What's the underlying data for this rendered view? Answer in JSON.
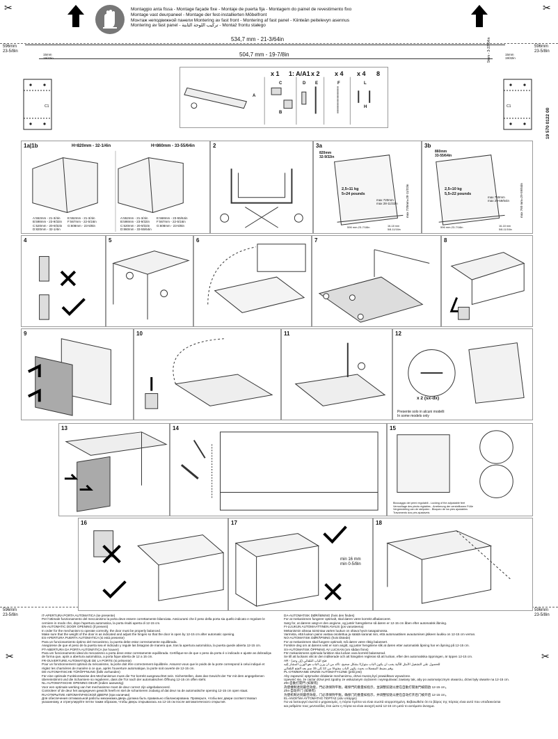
{
  "header": {
    "titles": [
      "Montaggio anta fissa - Montage façade fixe - Montaje de puerta fija - Montagem do painel de revestimento fixo",
      "Montage vast deurpaneel - Montage der fest-installierten Möbelfront",
      "Монтаж неподвижной панели Montering av fast front - Montering af fast panel - Kiinteän peitelevyn asennus",
      "Montering av fast panel - تركيب اللوحة الثابتة - Montaż frontu stałego"
    ]
  },
  "dims": {
    "side": "596mm\n23-5/8in",
    "width1": "534,7 mm - 21-3/64in",
    "width2": "504,7 mm - 19-7/8in",
    "gap_left": "15mm\n19/32in",
    "gap_right": "15mm\n19/32in",
    "right_top": "9mm - 3-37/64in"
  },
  "doc_number": "19 570 0122 00",
  "parts": {
    "k1": "x 1",
    "k2": "x 1",
    "k2_label": "1: A/A1",
    "k3": "x 2",
    "k4": "x 4",
    "k5": "x 4",
    "k5_label": "8",
    "letters": [
      "A",
      "C",
      "D",
      "E",
      "F",
      "L",
      "B",
      "H"
    ]
  },
  "panels": {
    "p1": {
      "num": "1a|1b",
      "h1": "H=820mm - 32-1/4in",
      "h2": "H=860mm - 33-55/64in",
      "col1": [
        "A:552mm - 21-3/4in",
        "B:598mm - 23-9/32in",
        "C:520mm - 20-9/32in",
        "D:820mm - 32-1/4in"
      ],
      "col2": [
        "E:552mm - 21-3/4in",
        "F:567mm - 22-5/16in",
        "G:608mm - 23-5/8in"
      ],
      "col3": [
        "A:552mm - 21-3/4in",
        "B:598mm - 23-9/32in",
        "C:520mm - 20-9/32in",
        "D:860mm - 33-55/64in"
      ],
      "col4": [
        "E:568mm - 23-55/64in",
        "F:567mm - 22-5/16in",
        "G:608mm - 23-5/8in"
      ]
    },
    "p2": {
      "num": "2"
    },
    "p3a": {
      "num": "3a",
      "h": "820mm\n32-9/32in",
      "load": "2,5÷11 kg\n5÷24 pounds",
      "max": "max 720mm\nmax 28-11/32in",
      "side": "max 720mm=28-11/32in",
      "bottom": "596 mm-23-7/16in",
      "small": "16-18 mm\n5/8-11/16in"
    },
    "p3b": {
      "num": "3b",
      "h": "860mm\n33-55/64in",
      "load": "2,5÷10 kg\n5,5÷22 pounds",
      "max": "max 760mm\nmax 29-59/64in",
      "side": "max 760 mm=29-59/64in",
      "bottom": "596 mm-23-7/16in",
      "small": "16-18 mm\n5/8-11/16in"
    },
    "p4": {
      "num": "4"
    },
    "p5": {
      "num": "5"
    },
    "p6": {
      "num": "6"
    },
    "p7": {
      "num": "7"
    },
    "p8": {
      "num": "8"
    },
    "p9": {
      "num": "9"
    },
    "p10": {
      "num": "10"
    },
    "p11": {
      "num": "11"
    },
    "p12": {
      "num": "12",
      "x2": "x 2 (sx-dx)",
      "note": "Presente solo in alcuni modelli\nIn some models only"
    },
    "p13": {
      "num": "13"
    },
    "p14": {
      "num": "14"
    },
    "p15": {
      "num": "15",
      "notes": [
        "Bloccaggio dei perni regolabili - Locking of the adjustable feet",
        "Verrouillage des pieds réglables - Arretierung der verstellbaren Füße",
        "Vergrendeling van de stelpoten - Bloqueo de los pies ajustables",
        "Travamento dos pés ajustáveis"
      ]
    },
    "p16": {
      "num": "16"
    },
    "p17": {
      "num": "17",
      "min": "min 16 mm\nmin 0-5/8in"
    },
    "p18": {
      "num": "18"
    }
  },
  "notes_left": [
    "IT-APERTURA PORTA AUTOMATICA (se presente)",
    "Per l'ottimale funzionamento del meccanismo la porta deve essere correttamente bilanciata. Assicurarsi che il peso della porta sia quello indicato e regolare le",
    "cerniere in modo che, dopo l'apertura automatica, la porta risulti aperta di 12-15 cm.",
    "EN-AUTOMATIC DOOR OPENING (if present)",
    "In order for the mechanism to operate correctly, the door must be properly balanced.",
    "Make sure that the weight of the door is as indicated and adjust the hinges so that the door is open by 12-15 cm after automatic opening.",
    "ES-APERTURA PUERTA AUTOMATICA (si está presente)",
    "Para un funcionamiento óptimo del mecanismo, la puerta debe estar correctamente equilibrada.",
    "Asegúrese de que el peso de la puerta sea el indicado y regule las bisagras de manera que, tras la apertura automática, la puerta quede abierta 12-15 cm.",
    "PT-ABERTURA DA PORTA AUTOMÁTICA (se houver)",
    "Para um funcionamento ideal do mecanismo a porta deve estar corretamente equilibrada. Certifique-se de que o peso da porta é o indicado e ajuste as dobradiças",
    "de forma que, após a abertura automática, a porta fique aberta de 12 a 15 cm.",
    "FR-OUVERTURE AUTOMATIQUE DE LA PORTE (si présente)",
    "Pour un fonctionnement optimal du mécanisme, la porte doit être correctement équilibrée. Assurez-vous que le poids de la porte correspond à celui indiqué et",
    "réglez les charnières de manière à ce que, après l'ouverture automatique, la porte soit ouverte de 12-15 cm.",
    "DE-AUTOMATISCHE TÜRÖFFNUNG (falls vorhanden)",
    "Für eine optimale Funktionsweise des Mechanismus muss die Tür korrekt ausgewuchtet sein. Sicherstellen, dass das Gewicht der Tür mit dem angegebenen",
    "übereinstimmt und die Scharniere so regulieren, dass die Tür nach der automatischen Öffnung 12-15 cm offen steht.",
    "NL-AUTOMATISCHE OPENING DEUR (indien aanwezig)",
    "Voor een optimale werking van het mechanisme moet de deur correct zijn uitgebalanceerd.",
    "Controleer of de deur het aangegeven gewicht heeft en stel de scharnieren zodanig af dat deur na de automatische opening 12-15 cm open staat.",
    "RU-ОТКРЫТИЕ АВТОМАТИЧЕСКОЙ ДВЕРИ (при наличии)",
    "Для обеспечения оптимальной работы механизма дверь должна быть правильно сбалансирована. Проверьте, чтобы вес двери соответствовал",
    "указанному, и отрегулируйте петли таким образом, чтобы дверь открывалась на 12-15 см после автоматического открытия."
  ],
  "notes_right": [
    "DA-AUTOMATISK DØRÅBNING (hvis den findes)",
    "For at mekanismen fungerer optimalt, skal døren være korrekt afbalanceret.",
    "Sørg for, at dørens vægt er den angivne, og justér hængslerne så døren er 12-15 cm åben efter automatisk åbning.",
    "FI-LUUKUN AUTOMAATTINEN AVAUS (jos varusteena)",
    "Mekanismin oikeaa toimintaa varten luukun on oltava hyvin tasapainossa.",
    "Varmista, että luukun paino vastaa osoitettua ja säädä saranat niin, että automaattisen avautumisen jälkeen luukku on 12-15 cm verran.",
    "NO-AUTOMATISK DØRÅPNING (hvis tilstede)",
    "For at mekanismen skal fungere optimalt, må døren være riktig balansert.",
    "Forsikre deg om at dørens vekt er som angitt, og juster hengslene slik at døren etter automatisk åpning har en åpning på 12-15 cm.",
    "SV-AUTOMATISK ÖPPNING AV LUCKAN (om sådan finns)",
    "För mekanismens optimala funktion ska luckan vara korrekt balanserad.",
    "Se till att luckans vikt är den indikerade och att hängslen regleras så att luckan, efter den automatiska öppningen, är öppen 12-15 cm.",
    "AR - فتح الباب التلقائي (إن وجد)",
    "للحصول على التشغيل الأمثل للآلية يجب أن يكون الباب متوازنًا بشكل صحيح. تأكد من أن وزن الباب هو الوزن المشار إليه",
    "وقم بضبط المفصلات بحيث يكون الباب مفتوحًا من 12 إلى 15 سم بعد الفتح التلقائي.",
    "PL-OTWIERANIE DRZWI AUTOMATYCZNE (jeśli jest)",
    "Aby zapewnić optymalne działanie mechanizmu, drzwi muszą być prawidłowo wyważone.",
    "Upewnić się, że ciężar drzwi jest zgodny ze wskazanym ciężarem i wyregulować zawiasy tak, aby po automatycznym otwarciu, drzwi były otwarte na 12-15 cm.",
    "Zht-自動打開門 (如果有)",
    "為使機制達到最佳效能，門必須保持平衡。確保門的重量如指示，並調整鉸鏈以便在自動打開後門被開啟 12-15 cm。",
    "Zhs-自动开门 (如果有)",
    "为使机制达到最佳效能，门必须保持平衡。确保门的重量如指示，并调整铰链以便在自动打开后门被开启 12-15 cm。",
    "EL-ΑΝΟΙΓΜΑ ΑΥΤΟΜΑΤΗΣ ΠΟΡΤΑΣ (εάν υπάρχει)",
    "Για να λειτουργεί σωστά ο μηχανισμός, η πόρτα πρέπει να είναι σωστά ισορροπημένη. Βεβαιωθείτε ότι το βάρος της πόρτας είναι αυτό που υποδεικνύεται",
    "και ρυθμίστε τους μεντεσέδες έτσι ώστε η πόρτα να είναι ανοιχτή κατά 12-15 cm μετά το αυτόματο άνοιγμα."
  ]
}
